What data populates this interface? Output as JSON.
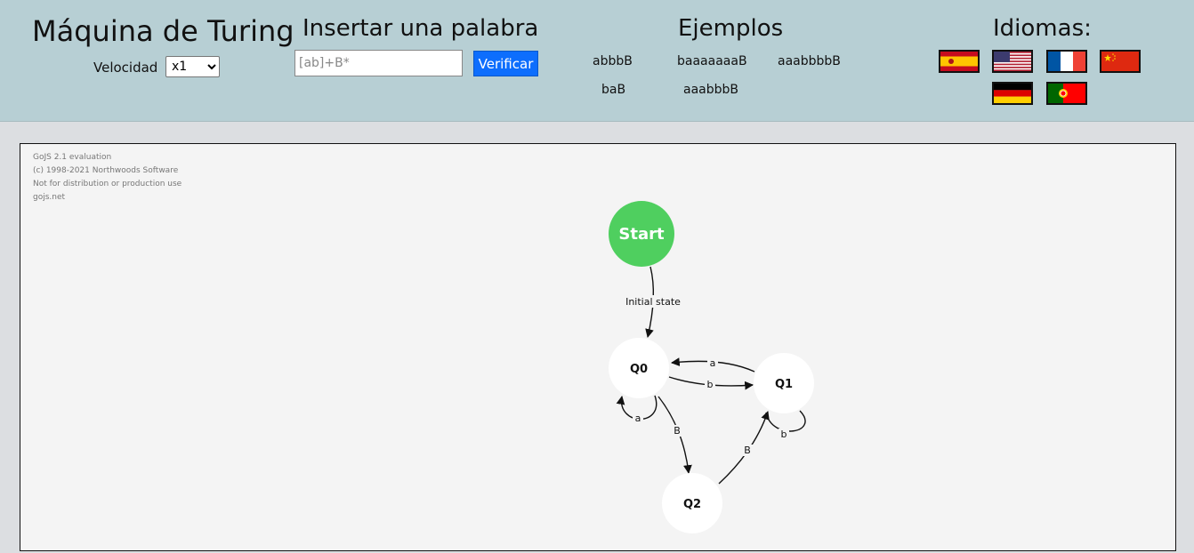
{
  "header": {
    "title": "Máquina de Turing",
    "speed_label": "Velocidad",
    "speed_selected": "x1",
    "insert_title": "Insertar una palabra",
    "input_placeholder": "[ab]+B*",
    "input_value": "",
    "verify_label": "Verificar",
    "examples_title": "Ejemplos",
    "examples": [
      "abbbB",
      "baaaaaaaB",
      "aaabbbbB",
      "baB",
      "aaabbbB"
    ],
    "languages_title": "Idiomas:",
    "flags": [
      "spain-flag",
      "usa-flag",
      "france-flag",
      "china-flag",
      "germany-flag",
      "portugal-flag"
    ]
  },
  "watermark": [
    "GoJS 2.1 evaluation",
    "(c) 1998-2021 Northwoods Software",
    "Not for distribution or production use",
    "gojs.net"
  ],
  "diagram": {
    "start_label": "Start",
    "states": [
      "Q0",
      "Q1",
      "Q2"
    ],
    "edges": {
      "initial": "Initial state",
      "q0_q1": "b",
      "q1_q0": "a",
      "q0_self": "a",
      "q1_self": "b",
      "q0_q2": "B",
      "q2_q1": "B"
    },
    "colors": {
      "start": "#4fcf5f",
      "state": "#ffffff",
      "edge": "#111111"
    }
  }
}
